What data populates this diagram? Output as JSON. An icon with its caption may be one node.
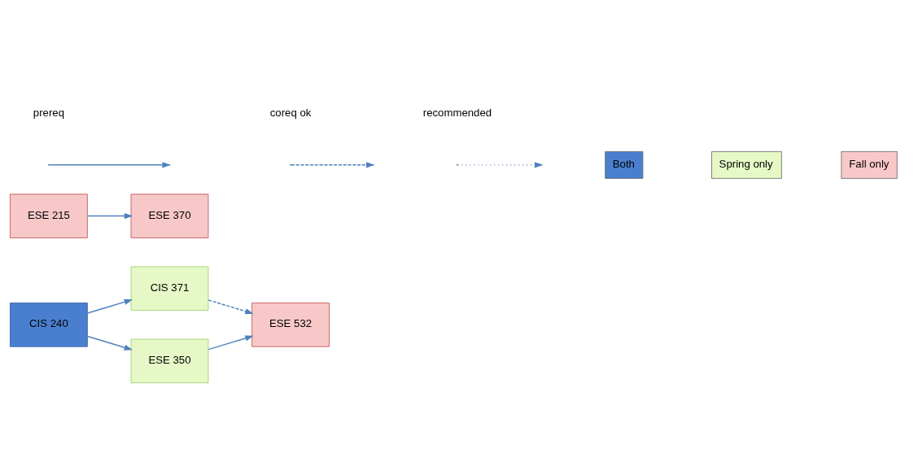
{
  "diagram": {
    "nodes": [
      {
        "text": [
          "CIS 240"
        ]
      },
      {
        "text": [
          "CIS 371"
        ]
      },
      {
        "text": [
          "ESE 350"
        ]
      },
      {
        "text": [
          "ESE 532"
        ]
      },
      {
        "text": [
          "ESE 215"
        ]
      },
      {
        "text": [
          "ESE 370"
        ]
      }
    ],
    "edges": [
      {
        "from": 0,
        "to": 1,
        "arrow": "to"
      },
      {
        "from": 0,
        "to": 2,
        "arrow": "to"
      },
      {
        "from": 1,
        "to": 3,
        "arrow": "to",
        "style": "dashed"
      },
      {
        "from": 2,
        "to": 3,
        "arrow": "to"
      },
      {
        "from": 4,
        "to": 5,
        "arrow": "to"
      }
    ],
    "legend": [
      {
        "text": "prereq"
      },
      {
        "text": "coreq ok"
      },
      {
        "text": "recommended"
      },
      {
        "text": "Both",
        "color": "#4a7fd0"
      },
      {
        "text": "Spring only",
        "color": "#e6f8c6"
      },
      {
        "text": "Fall only",
        "color": "#f8c8c8"
      }
    ]
  }
}
